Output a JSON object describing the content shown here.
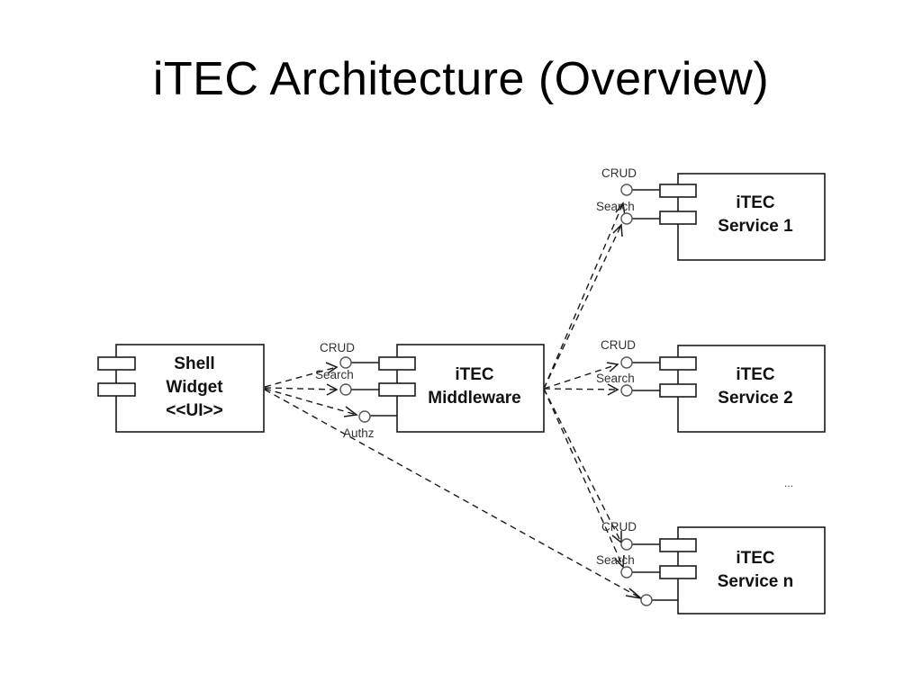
{
  "title": "iTEC Architecture (Overview)",
  "components": {
    "shell_widget": {
      "lines": [
        "Shell",
        "Widget",
        "<<UI>>"
      ]
    },
    "middleware": {
      "lines": [
        "iTEC",
        "Middleware"
      ]
    },
    "service_1": {
      "lines": [
        "iTEC",
        "Service 1"
      ]
    },
    "service_2": {
      "lines": [
        "iTEC",
        "Service 2"
      ]
    },
    "service_n": {
      "lines": [
        "iTEC",
        "Service n"
      ]
    }
  },
  "interfaces": {
    "middleware": [
      "CRUD",
      "Search",
      "Authz"
    ],
    "service_1": [
      "CRUD",
      "Search"
    ],
    "service_2": [
      "CRUD",
      "Search"
    ],
    "service_n": [
      "CRUD",
      "Search"
    ]
  },
  "ellipsis": "..."
}
